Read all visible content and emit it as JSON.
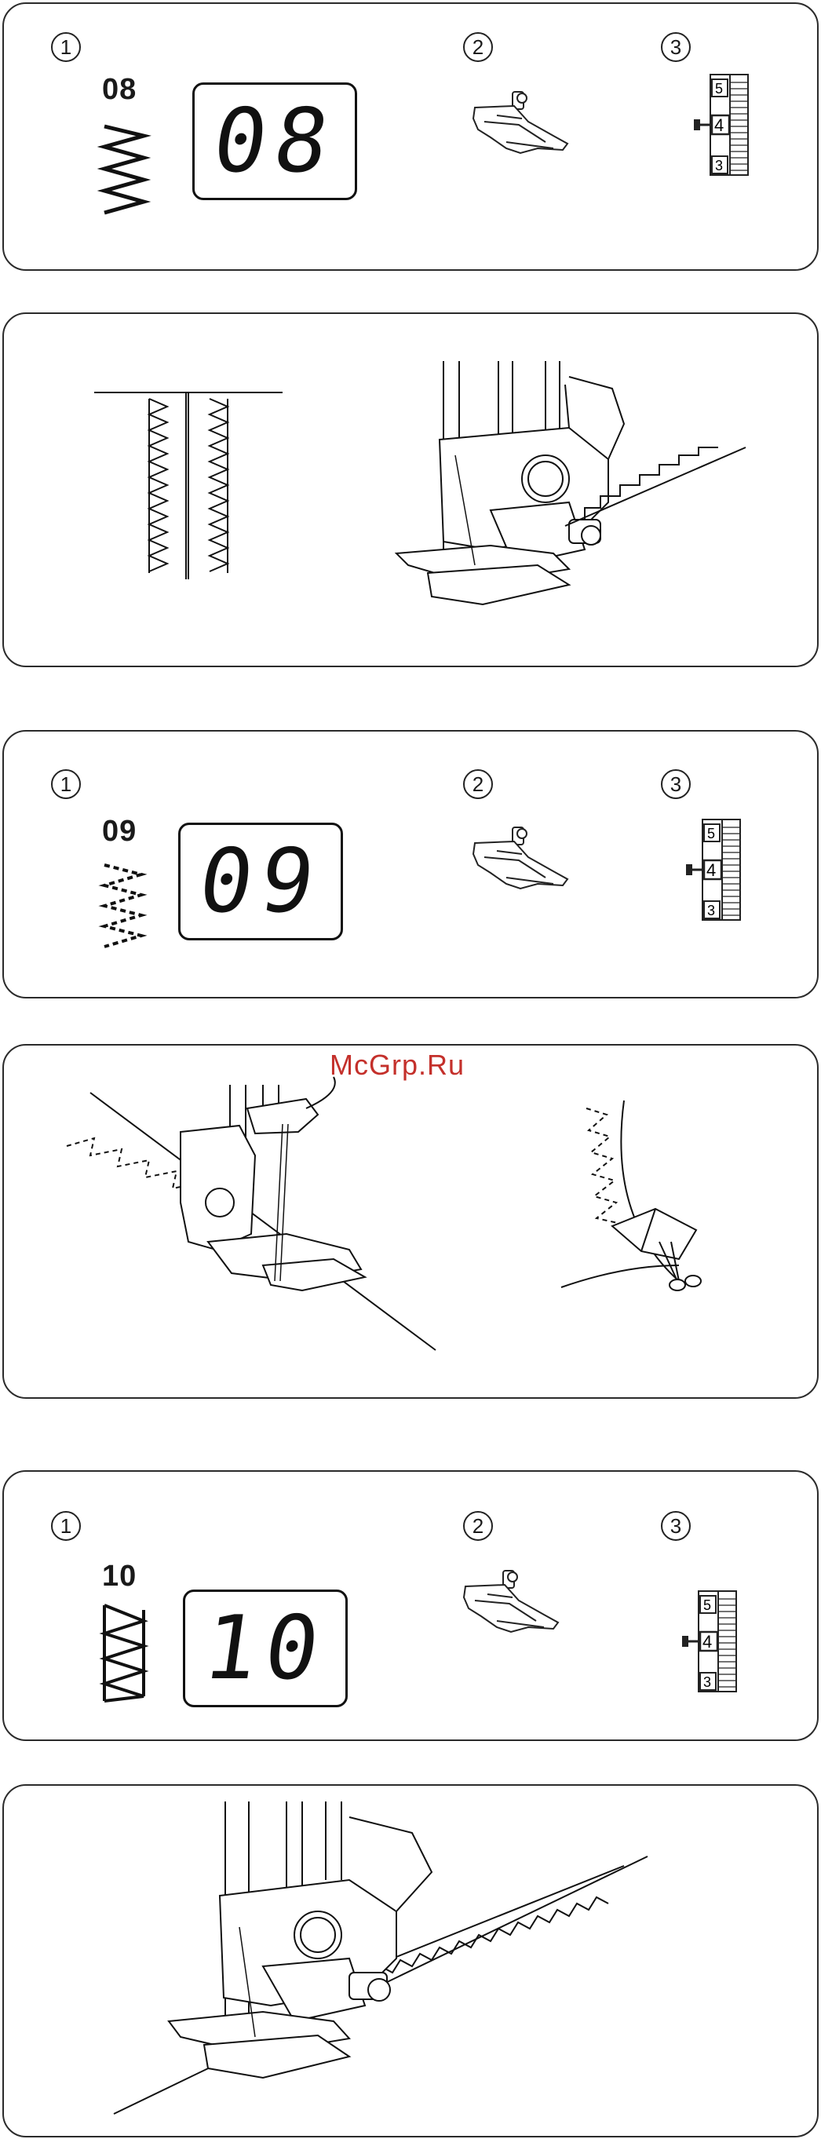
{
  "sections": [
    {
      "step_labels": [
        "1",
        "2",
        "3"
      ],
      "pattern_code": "08",
      "display_value": "08",
      "stitch_width_scale": [
        "5",
        "4",
        "3"
      ]
    },
    {
      "step_labels": [
        "1",
        "2",
        "3"
      ],
      "pattern_code": "09",
      "display_value": "09",
      "stitch_width_scale": [
        "5",
        "4",
        "3"
      ]
    },
    {
      "step_labels": [
        "1",
        "2",
        "3"
      ],
      "pattern_code": "10",
      "display_value": "10",
      "stitch_width_scale": [
        "5",
        "4",
        "3"
      ]
    }
  ],
  "watermark": "McGrp.Ru",
  "icons": [
    "zigzag-stitch-icon",
    "presser-foot-icon",
    "stitch-width-scale-icon",
    "scissors-icon",
    "sewing-machine-foot-icon"
  ]
}
